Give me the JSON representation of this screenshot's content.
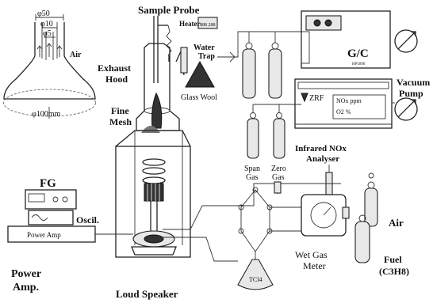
{
  "labels": {
    "sample_probe": "Sample Probe",
    "heater": "Heater",
    "heater_display": "888 288",
    "water_trap_line1": "Water",
    "water_trap_line2": "Trap",
    "glass_wool": "Glass Wool",
    "exhaust_hood_line1": "Exhaust",
    "exhaust_hood_line2": "Hood",
    "fine_mesh_line1": "Fine",
    "fine_mesh_line2": "Mesh",
    "dim_50": "φ50",
    "dim_10": "φ10",
    "dim_5": "φ5",
    "dim_100": "φ100mm",
    "air_arrow": "Air",
    "gc": "G/C",
    "gc_model": "HP5890",
    "vacuum_pump_line1": "Vacuum",
    "vacuum_pump_line2": "Pump",
    "zrf": "ZRF",
    "nox_ppm": "NOx ppm",
    "o2_pct": "O2 %",
    "span_gas_line1": "Span",
    "span_gas_line2": "Gas",
    "zero_gas_line1": "Zero",
    "zero_gas_line2": "Gas",
    "infrared_line1": "Infrared NOx",
    "infrared_line2": "Analyser",
    "fg": "FG",
    "oscil": "Oscil.",
    "power_amp_panel": "Power Amp",
    "power_amp_line1": "Power",
    "power_amp_line2": "Amp.",
    "loud_speaker": "Loud Speaker",
    "wet_gas_line1": "Wet Gas",
    "wet_gas_line2": "Meter",
    "tcl": "TCl4",
    "air_cylinder": "Air",
    "fuel_line1": "Fuel",
    "fuel_line2": "(C3H8)"
  }
}
